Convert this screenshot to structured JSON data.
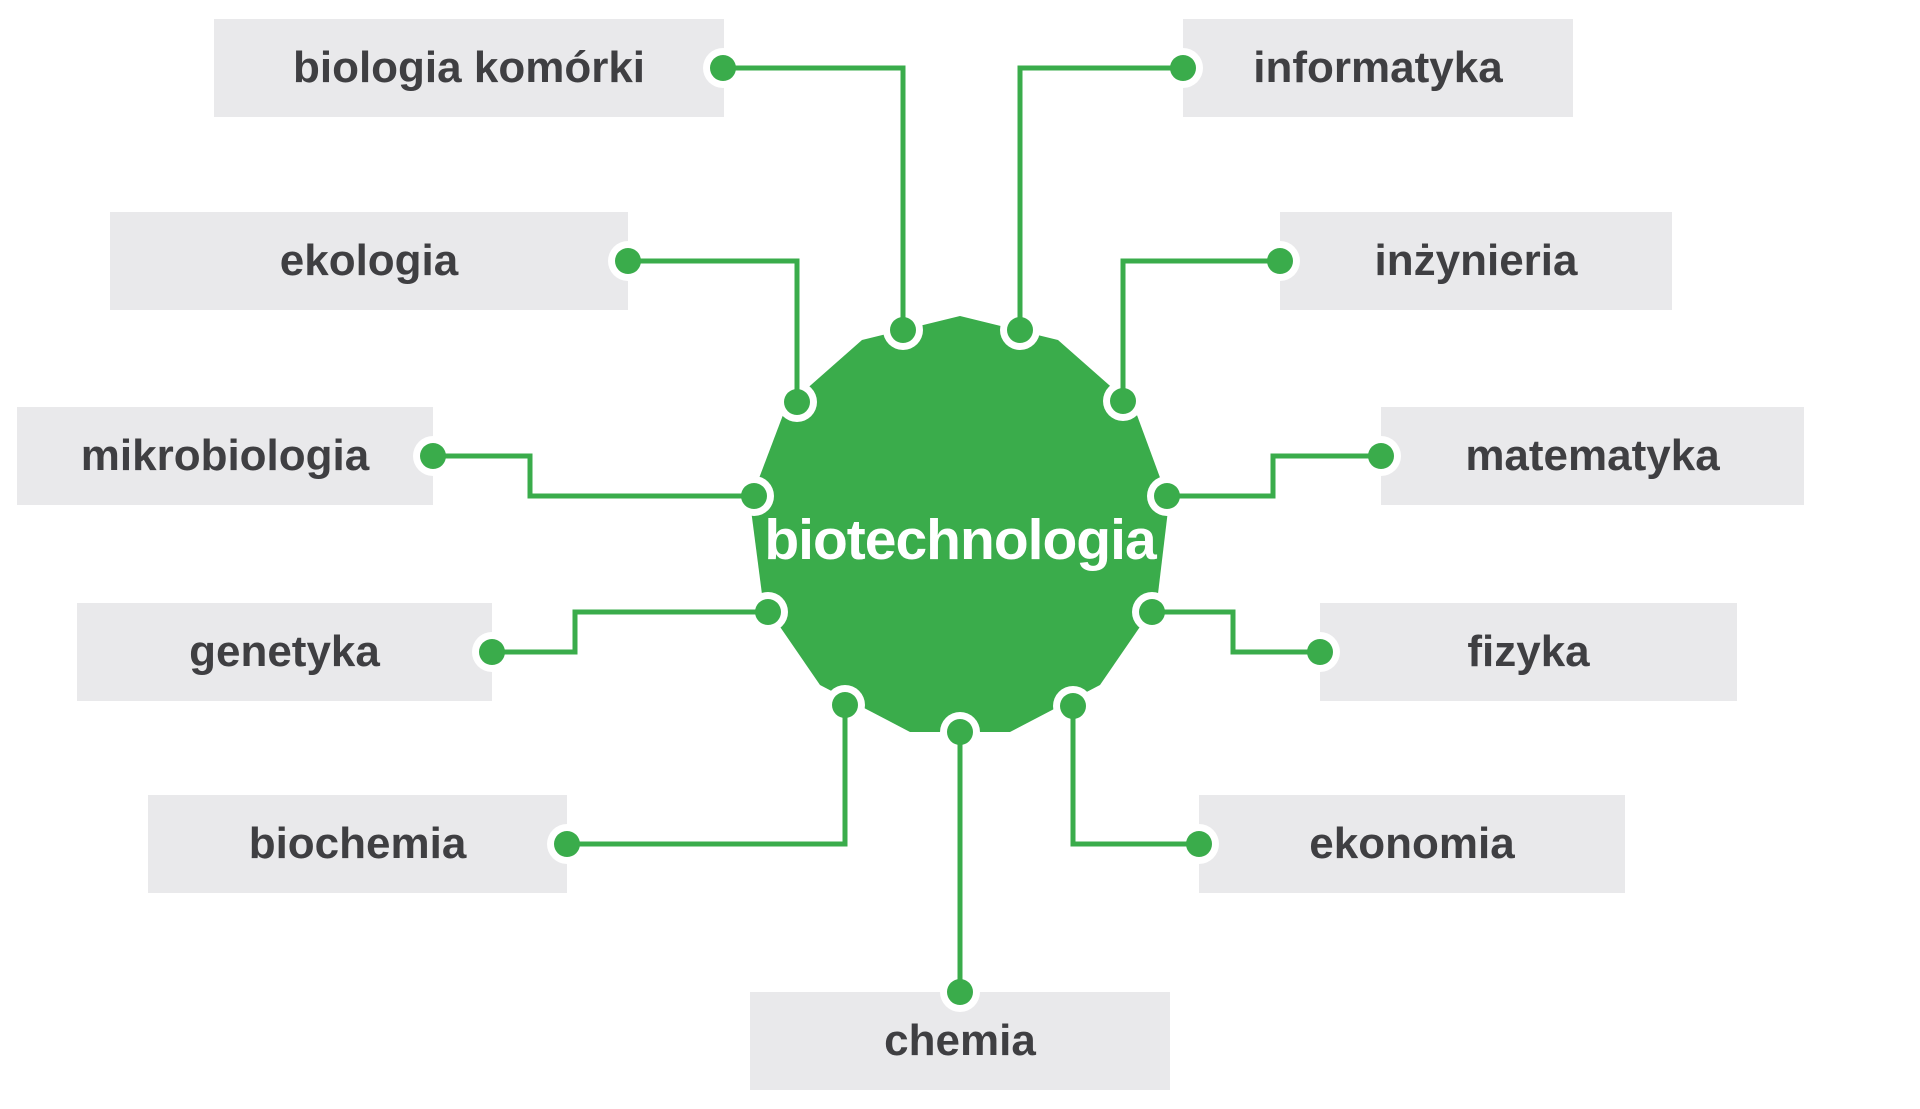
{
  "center": {
    "label": "biotechnologia"
  },
  "fields": [
    {
      "label": "biologia komórki",
      "side": "left"
    },
    {
      "label": "ekologia",
      "side": "left"
    },
    {
      "label": "mikrobiologia",
      "side": "left"
    },
    {
      "label": "genetyka",
      "side": "left"
    },
    {
      "label": "biochemia",
      "side": "left"
    },
    {
      "label": "chemia",
      "side": "bottom"
    },
    {
      "label": "informatyka",
      "side": "right"
    },
    {
      "label": "inżynieria",
      "side": "right"
    },
    {
      "label": "matematyka",
      "side": "right"
    },
    {
      "label": "fizyka",
      "side": "right"
    },
    {
      "label": "ekonomia",
      "side": "right"
    }
  ],
  "colors": {
    "accent_green": "#3aac4b",
    "box_gray": "#e9e9eb",
    "label_text": "#3f3f42",
    "center_text": "#ffffff",
    "background": "#ffffff"
  }
}
